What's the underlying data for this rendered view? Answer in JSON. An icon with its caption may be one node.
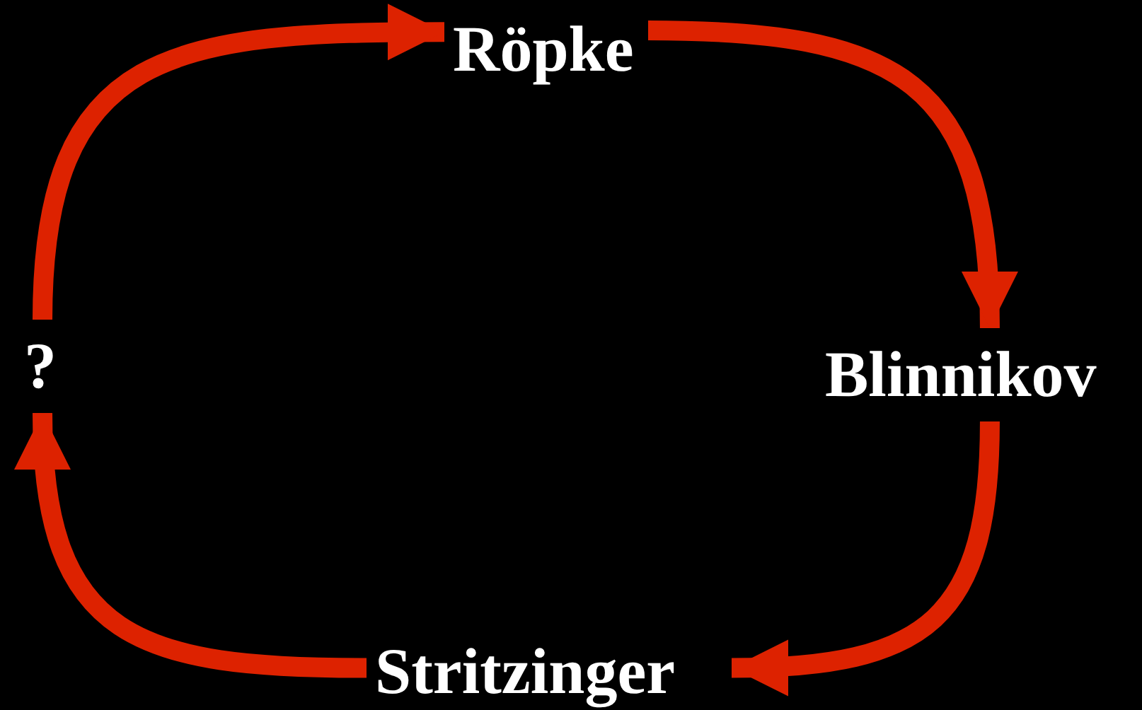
{
  "diagram": {
    "nodes": [
      {
        "text": [
          "Röpke"
        ]
      },
      {
        "text": [
          "Blinnikov"
        ]
      },
      {
        "text": [
          "Stritzinger"
        ]
      },
      {
        "text": [
          "?"
        ]
      }
    ],
    "edges": [
      {
        "from": 3,
        "to": 0,
        "arrow": "to"
      },
      {
        "from": 0,
        "to": 1,
        "arrow": "to"
      },
      {
        "from": 1,
        "to": 2,
        "arrow": "to"
      },
      {
        "from": 2,
        "to": 3,
        "arrow": "to"
      }
    ]
  }
}
